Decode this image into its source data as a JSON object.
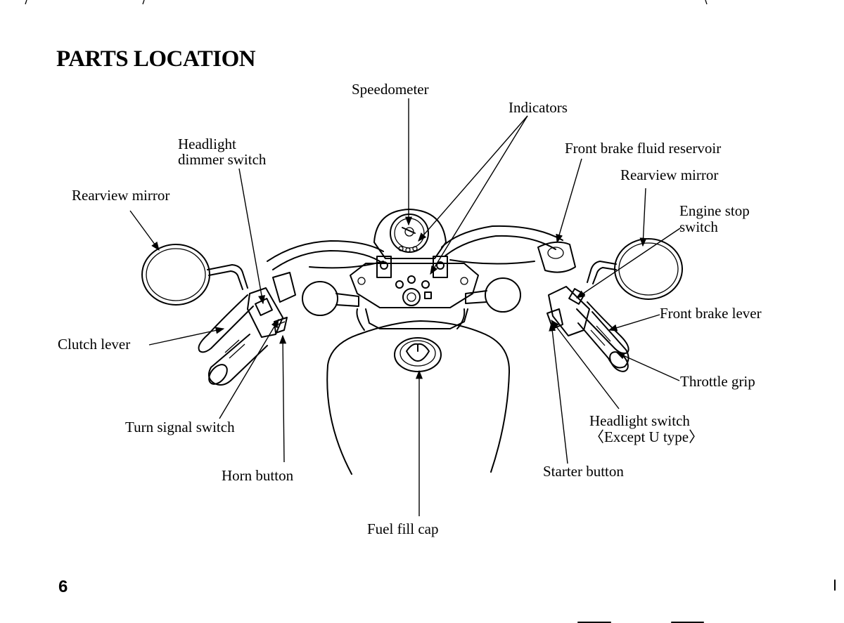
{
  "title": "PARTS LOCATION",
  "page_number": "6",
  "labels": {
    "speedometer": "Speedometer",
    "indicators": "Indicators",
    "headlight_dimmer_switch_1": "Headlight",
    "headlight_dimmer_switch_2": "dimmer switch",
    "front_brake_fluid_reservoir": "Front brake fluid reservoir",
    "rearview_mirror_left": "Rearview mirror",
    "rearview_mirror_right": "Rearview mirror",
    "engine_stop_switch_1": "Engine stop",
    "engine_stop_switch_2": "switch",
    "clutch_lever": "Clutch lever",
    "front_brake_lever": "Front brake lever",
    "throttle_grip": "Throttle grip",
    "turn_signal_switch": "Turn signal switch",
    "headlight_switch_1": "Headlight switch",
    "headlight_switch_2": "〈Except U type〉",
    "horn_button": "Horn button",
    "starter_button": "Starter button",
    "fuel_fill_cap": "Fuel fill cap"
  }
}
